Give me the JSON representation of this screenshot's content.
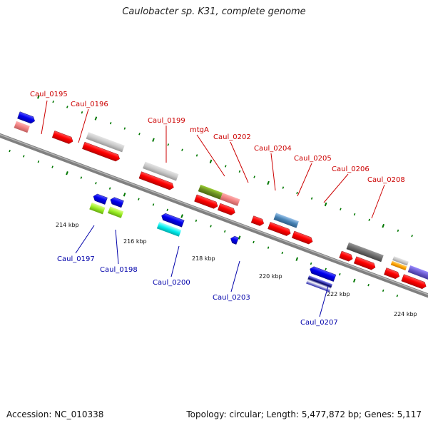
{
  "title": "Caulobacter sp. K31, complete genome",
  "footer": {
    "accession": "Accession: NC_010338",
    "stats": "Topology: circular; Length: 5,477,872 bp; Genes: 5,117"
  },
  "ticks": [
    "214 kbp",
    "216 kbp",
    "218 kbp",
    "220 kbp",
    "222 kbp",
    "224 kbp"
  ],
  "genes_top": [
    "Caul_0195",
    "Caul_0196",
    "Caul_0199",
    "mtgA",
    "Caul_0202",
    "Caul_0204",
    "Caul_0205",
    "Caul_0206",
    "Caul_0208"
  ],
  "genes_bottom": [
    "Caul_0197",
    "Caul_0198",
    "Caul_0200",
    "Caul_0203",
    "Caul_0207"
  ],
  "colors": {
    "forward": "#ff0000",
    "reverse": "#0000ee",
    "backbone": "#808080",
    "tick_major": "#007700",
    "label_top": "#cc0000",
    "label_bottom": "#0000aa"
  }
}
